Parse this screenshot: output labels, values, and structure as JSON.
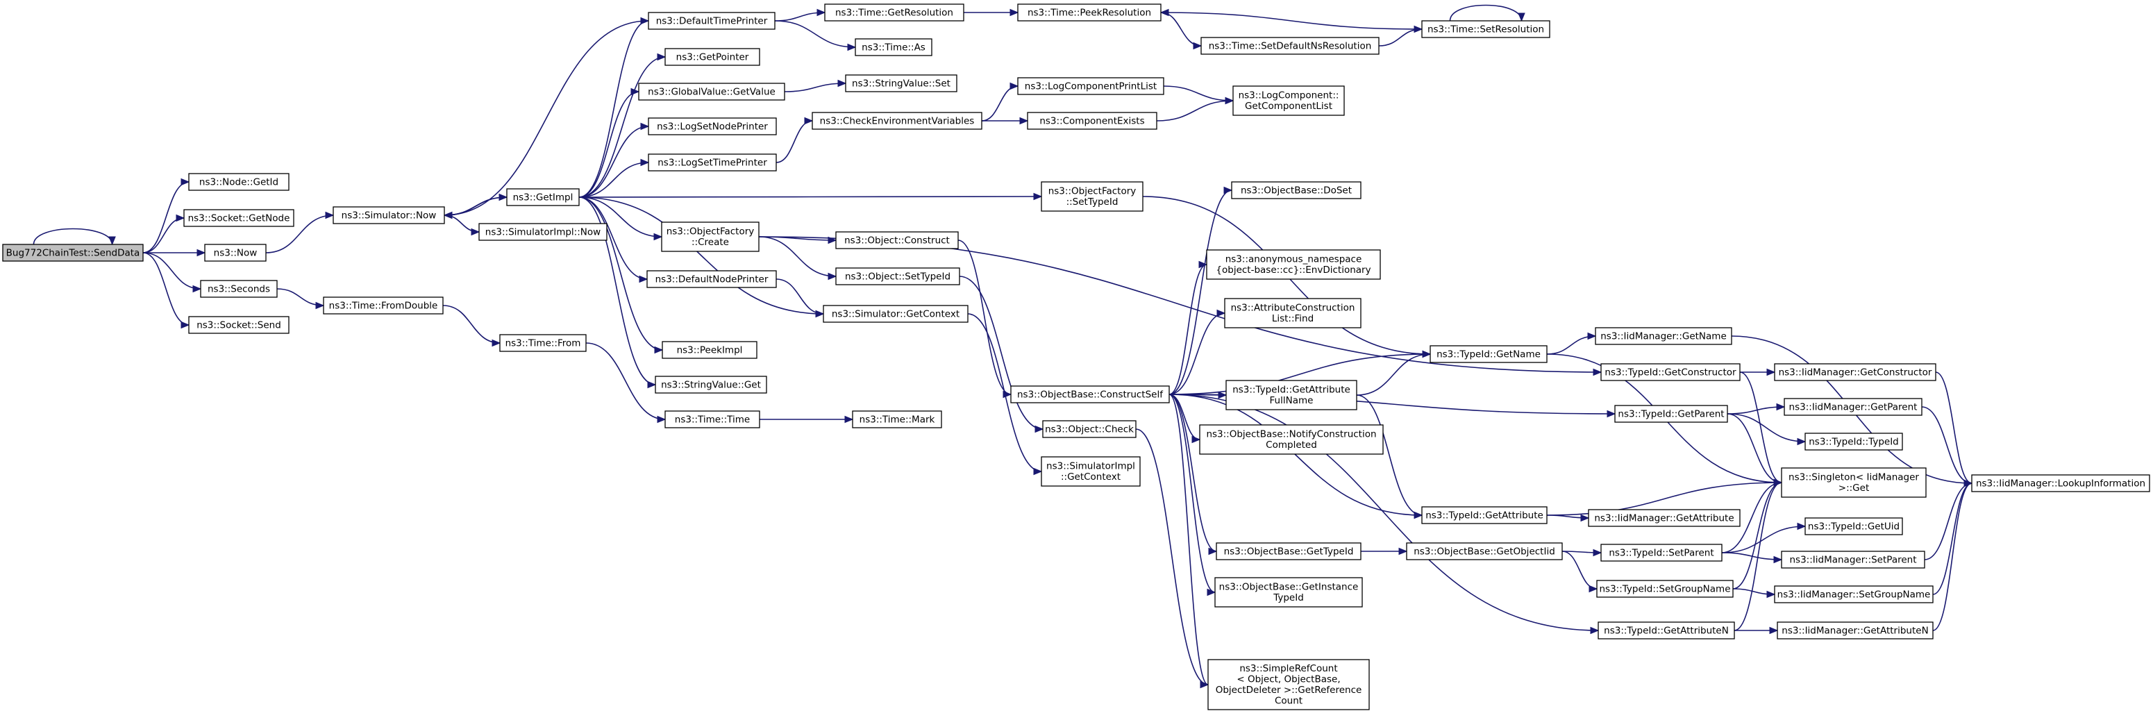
{
  "nodes": [
    {
      "id": "root",
      "lines": [
        "Bug772ChainTest::SendData"
      ],
      "root": true
    },
    {
      "id": "node_getid",
      "lines": [
        "ns3::Node::GetId"
      ]
    },
    {
      "id": "socket_getnode",
      "lines": [
        "ns3::Socket::GetNode"
      ]
    },
    {
      "id": "now",
      "lines": [
        "ns3::Now"
      ]
    },
    {
      "id": "seconds",
      "lines": [
        "ns3::Seconds"
      ]
    },
    {
      "id": "socket_send",
      "lines": [
        "ns3::Socket::Send"
      ]
    },
    {
      "id": "sim_now",
      "lines": [
        "ns3::Simulator::Now"
      ]
    },
    {
      "id": "fromdouble",
      "lines": [
        "ns3::Time::FromDouble"
      ]
    },
    {
      "id": "getimpl",
      "lines": [
        "ns3::GetImpl"
      ]
    },
    {
      "id": "simimpl_now",
      "lines": [
        "ns3::SimulatorImpl::Now"
      ]
    },
    {
      "id": "time_from",
      "lines": [
        "ns3::Time::From"
      ]
    },
    {
      "id": "defaulttimeprinter",
      "lines": [
        "ns3::DefaultTimePrinter"
      ]
    },
    {
      "id": "getpointer",
      "lines": [
        "ns3::GetPointer"
      ]
    },
    {
      "id": "gv_getvalue",
      "lines": [
        "ns3::GlobalValue::GetValue"
      ]
    },
    {
      "id": "logsetnodeprinter",
      "lines": [
        "ns3::LogSetNodePrinter"
      ]
    },
    {
      "id": "logsettimeprinter",
      "lines": [
        "ns3::LogSetTimePrinter"
      ]
    },
    {
      "id": "of_create",
      "lines": [
        "ns3::ObjectFactory",
        "::Create"
      ]
    },
    {
      "id": "defaultnodeprinter",
      "lines": [
        "ns3::DefaultNodePrinter"
      ]
    },
    {
      "id": "peekimpl",
      "lines": [
        "ns3::PeekImpl"
      ]
    },
    {
      "id": "sv_get",
      "lines": [
        "ns3::StringValue::Get"
      ]
    },
    {
      "id": "time_time",
      "lines": [
        "ns3::Time::Time"
      ]
    },
    {
      "id": "getresolution",
      "lines": [
        "ns3::Time::GetResolution"
      ]
    },
    {
      "id": "time_as",
      "lines": [
        "ns3::Time::As"
      ]
    },
    {
      "id": "sv_set",
      "lines": [
        "ns3::StringValue::Set"
      ]
    },
    {
      "id": "checkenv",
      "lines": [
        "ns3::CheckEnvironmentVariables"
      ]
    },
    {
      "id": "obj_construct",
      "lines": [
        "ns3::Object::Construct"
      ]
    },
    {
      "id": "obj_settypeid",
      "lines": [
        "ns3::Object::SetTypeId"
      ]
    },
    {
      "id": "sim_getcontext",
      "lines": [
        "ns3::Simulator::GetContext"
      ]
    },
    {
      "id": "time_mark",
      "lines": [
        "ns3::Time::Mark"
      ]
    },
    {
      "id": "peekresolution",
      "lines": [
        "ns3::Time::PeekResolution"
      ]
    },
    {
      "id": "setdefaultns",
      "lines": [
        "ns3::Time::SetDefaultNsResolution"
      ]
    },
    {
      "id": "setresolution",
      "lines": [
        "ns3::Time::SetResolution"
      ]
    },
    {
      "id": "logcompprintlist",
      "lines": [
        "ns3::LogComponentPrintList"
      ]
    },
    {
      "id": "componentexists",
      "lines": [
        "ns3::ComponentExists"
      ]
    },
    {
      "id": "getcomplist",
      "lines": [
        "ns3::LogComponent::",
        "GetComponentList"
      ]
    },
    {
      "id": "of_settypeid",
      "lines": [
        "ns3::ObjectFactory",
        "::SetTypeId"
      ]
    },
    {
      "id": "ob_constructself",
      "lines": [
        "ns3::ObjectBase::ConstructSelf"
      ]
    },
    {
      "id": "obj_check",
      "lines": [
        "ns3::Object::Check"
      ]
    },
    {
      "id": "simimpl_getcontext",
      "lines": [
        "ns3::SimulatorImpl",
        "::GetContext"
      ]
    },
    {
      "id": "ob_doset",
      "lines": [
        "ns3::ObjectBase::DoSet"
      ]
    },
    {
      "id": "envdict",
      "lines": [
        "ns3::anonymous_namespace",
        "{object-base::cc}::EnvDictionary"
      ]
    },
    {
      "id": "acl_find",
      "lines": [
        "ns3::AttributeConstruction",
        "List::Find"
      ]
    },
    {
      "id": "tid_getattrfullname",
      "lines": [
        "ns3::TypeId::GetAttribute",
        "FullName"
      ]
    },
    {
      "id": "ob_notify",
      "lines": [
        "ns3::ObjectBase::NotifyConstruction",
        "Completed"
      ]
    },
    {
      "id": "ob_gettypeid",
      "lines": [
        "ns3::ObjectBase::GetTypeId"
      ]
    },
    {
      "id": "ob_getinstancetypeid",
      "lines": [
        "ns3::ObjectBase::GetInstance",
        "TypeId"
      ]
    },
    {
      "id": "refcount",
      "lines": [
        "ns3::SimpleRefCount",
        "< Object, ObjectBase,",
        "ObjectDeleter >::GetReference",
        "Count"
      ]
    },
    {
      "id": "tid_getname",
      "lines": [
        "ns3::TypeId::GetName"
      ]
    },
    {
      "id": "tid_getattribute",
      "lines": [
        "ns3::TypeId::GetAttribute"
      ]
    },
    {
      "id": "ob_getobjectiid",
      "lines": [
        "ns3::ObjectBase::GetObjectIid"
      ]
    },
    {
      "id": "iid_getname",
      "lines": [
        "ns3::IidManager::GetName"
      ]
    },
    {
      "id": "tid_getconstructor",
      "lines": [
        "ns3::TypeId::GetConstructor"
      ]
    },
    {
      "id": "tid_getparent",
      "lines": [
        "ns3::TypeId::GetParent"
      ]
    },
    {
      "id": "iid_getattribute",
      "lines": [
        "ns3::IidManager::GetAttribute"
      ]
    },
    {
      "id": "tid_setparent",
      "lines": [
        "ns3::TypeId::SetParent"
      ]
    },
    {
      "id": "tid_setgroupname",
      "lines": [
        "ns3::TypeId::SetGroupName"
      ]
    },
    {
      "id": "tid_getattributen",
      "lines": [
        "ns3::TypeId::GetAttributeN"
      ]
    },
    {
      "id": "iid_getconstructor",
      "lines": [
        "ns3::IidManager::GetConstructor"
      ]
    },
    {
      "id": "iid_getparent",
      "lines": [
        "ns3::IidManager::GetParent"
      ]
    },
    {
      "id": "tid_typeid",
      "lines": [
        "ns3::TypeId::TypeId"
      ]
    },
    {
      "id": "singleton_get",
      "lines": [
        "ns3::Singleton< IidManager",
        ">::Get"
      ]
    },
    {
      "id": "tid_getuid",
      "lines": [
        "ns3::TypeId::GetUid"
      ]
    },
    {
      "id": "iid_setparent",
      "lines": [
        "ns3::IidManager::SetParent"
      ]
    },
    {
      "id": "iid_setgroupname",
      "lines": [
        "ns3::IidManager::SetGroupName"
      ]
    },
    {
      "id": "iid_getattributen",
      "lines": [
        "ns3::IidManager::GetAttributeN"
      ]
    },
    {
      "id": "iid_lookupinfo",
      "lines": [
        "ns3::IidManager::LookupInformation"
      ]
    }
  ],
  "edges": [
    [
      "root",
      "root"
    ],
    [
      "root",
      "node_getid"
    ],
    [
      "root",
      "socket_getnode"
    ],
    [
      "root",
      "now"
    ],
    [
      "root",
      "seconds"
    ],
    [
      "root",
      "socket_send"
    ],
    [
      "now",
      "sim_now"
    ],
    [
      "seconds",
      "fromdouble"
    ],
    [
      "sim_now",
      "getimpl"
    ],
    [
      "sim_now",
      "simimpl_now"
    ],
    [
      "fromdouble",
      "time_from"
    ],
    [
      "time_from",
      "time_time"
    ],
    [
      "time_time",
      "time_mark"
    ],
    [
      "getimpl",
      "defaulttimeprinter"
    ],
    [
      "getimpl",
      "getpointer"
    ],
    [
      "getimpl",
      "gv_getvalue"
    ],
    [
      "getimpl",
      "logsetnodeprinter"
    ],
    [
      "getimpl",
      "logsettimeprinter"
    ],
    [
      "getimpl",
      "of_create"
    ],
    [
      "getimpl",
      "defaultnodeprinter"
    ],
    [
      "getimpl",
      "peekimpl"
    ],
    [
      "getimpl",
      "sv_get"
    ],
    [
      "getimpl",
      "of_settypeid"
    ],
    [
      "getimpl",
      "sim_now"
    ],
    [
      "getimpl",
      "sim_getcontext"
    ],
    [
      "defaulttimeprinter",
      "sim_now"
    ],
    [
      "defaulttimeprinter",
      "getresolution"
    ],
    [
      "defaulttimeprinter",
      "time_as"
    ],
    [
      "getresolution",
      "peekresolution"
    ],
    [
      "peekresolution",
      "setdefaultns"
    ],
    [
      "setdefaultns",
      "setresolution"
    ],
    [
      "setresolution",
      "peekresolution"
    ],
    [
      "setresolution",
      "setresolution"
    ],
    [
      "gv_getvalue",
      "sv_set"
    ],
    [
      "logsettimeprinter",
      "checkenv"
    ],
    [
      "checkenv",
      "logcompprintlist"
    ],
    [
      "checkenv",
      "componentexists"
    ],
    [
      "logcompprintlist",
      "getcomplist"
    ],
    [
      "componentexists",
      "getcomplist"
    ],
    [
      "of_create",
      "obj_construct"
    ],
    [
      "of_create",
      "obj_settypeid"
    ],
    [
      "of_create",
      "tid_getconstructor"
    ],
    [
      "defaultnodeprinter",
      "sim_getcontext"
    ],
    [
      "obj_construct",
      "ob_constructself"
    ],
    [
      "obj_settypeid",
      "obj_check"
    ],
    [
      "sim_getcontext",
      "simimpl_getcontext"
    ],
    [
      "of_settypeid",
      "tid_getname"
    ],
    [
      "ob_constructself",
      "ob_doset"
    ],
    [
      "ob_constructself",
      "envdict"
    ],
    [
      "ob_constructself",
      "acl_find"
    ],
    [
      "ob_constructself",
      "tid_getattrfullname"
    ],
    [
      "ob_constructself",
      "ob_notify"
    ],
    [
      "ob_constructself",
      "tid_getname"
    ],
    [
      "ob_constructself",
      "tid_getparent"
    ],
    [
      "ob_constructself",
      "tid_getattribute"
    ],
    [
      "ob_constructself",
      "ob_gettypeid"
    ],
    [
      "ob_constructself",
      "ob_getinstancetypeid"
    ],
    [
      "ob_constructself",
      "refcount"
    ],
    [
      "ob_constructself",
      "tid_getattributen"
    ],
    [
      "obj_check",
      "refcount"
    ],
    [
      "tid_getattrfullname",
      "tid_getname"
    ],
    [
      "tid_getattrfullname",
      "tid_getattribute"
    ],
    [
      "ob_gettypeid",
      "ob_getobjectiid"
    ],
    [
      "ob_getobjectiid",
      "tid_setparent"
    ],
    [
      "ob_getobjectiid",
      "tid_setgroupname"
    ],
    [
      "tid_getname",
      "iid_getname"
    ],
    [
      "tid_getname",
      "singleton_get"
    ],
    [
      "tid_getconstructor",
      "iid_getconstructor"
    ],
    [
      "tid_getconstructor",
      "singleton_get"
    ],
    [
      "tid_getparent",
      "iid_getparent"
    ],
    [
      "tid_getparent",
      "tid_typeid"
    ],
    [
      "tid_getparent",
      "singleton_get"
    ],
    [
      "tid_getattribute",
      "iid_getattribute"
    ],
    [
      "tid_getattribute",
      "singleton_get"
    ],
    [
      "tid_setparent",
      "tid_getuid"
    ],
    [
      "tid_setparent",
      "iid_setparent"
    ],
    [
      "tid_setparent",
      "singleton_get"
    ],
    [
      "tid_setgroupname",
      "iid_setgroupname"
    ],
    [
      "tid_setgroupname",
      "singleton_get"
    ],
    [
      "tid_getattributen",
      "iid_getattributen"
    ],
    [
      "tid_getattributen",
      "singleton_get"
    ],
    [
      "iid_getname",
      "iid_lookupinfo"
    ],
    [
      "iid_getconstructor",
      "iid_lookupinfo"
    ],
    [
      "iid_getparent",
      "iid_lookupinfo"
    ],
    [
      "iid_setparent",
      "iid_lookupinfo"
    ],
    [
      "iid_setgroupname",
      "iid_lookupinfo"
    ],
    [
      "iid_getattributen",
      "iid_lookupinfo"
    ]
  ]
}
